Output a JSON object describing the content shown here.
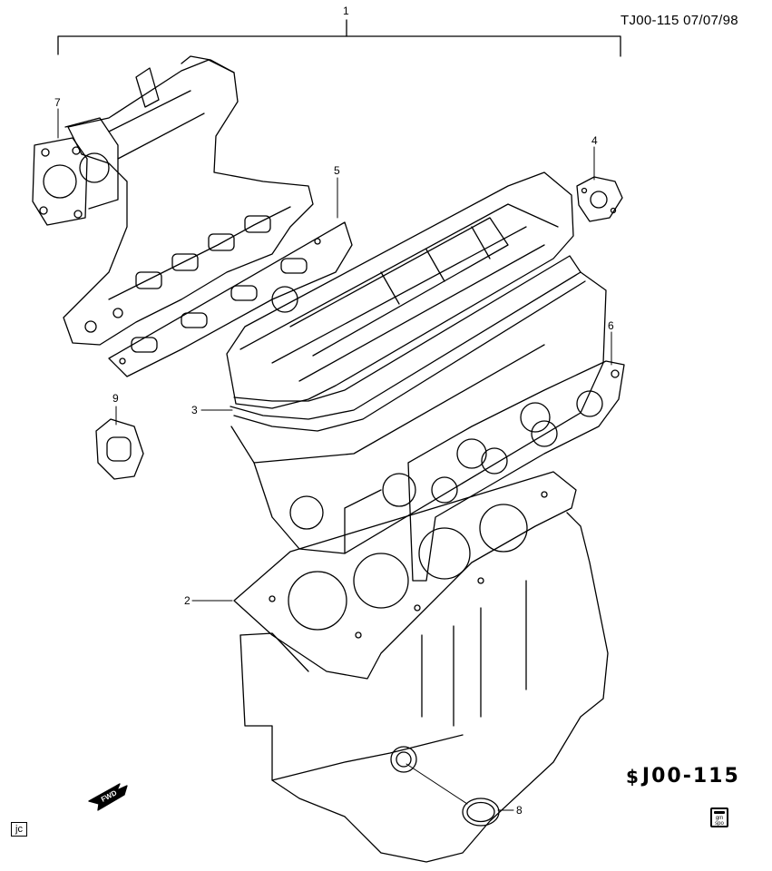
{
  "header": {
    "figure_ref": "TJ00-115 07/07/98"
  },
  "callouts": {
    "c1": "1",
    "c2": "2",
    "c3": "3",
    "c4": "4",
    "c5": "5",
    "c6": "6",
    "c7": "7",
    "c8": "8",
    "c9": "9"
  },
  "badges": {
    "code": "J00-115",
    "jc": "jc",
    "gm_logo": "gm spo",
    "fwd": "FWD"
  },
  "icons": {
    "fwd_arrow": "fwd-arrow-icon",
    "gm_logo": "gm-spo-logo-icon",
    "code_glyph": "dollar-glyph-icon"
  }
}
